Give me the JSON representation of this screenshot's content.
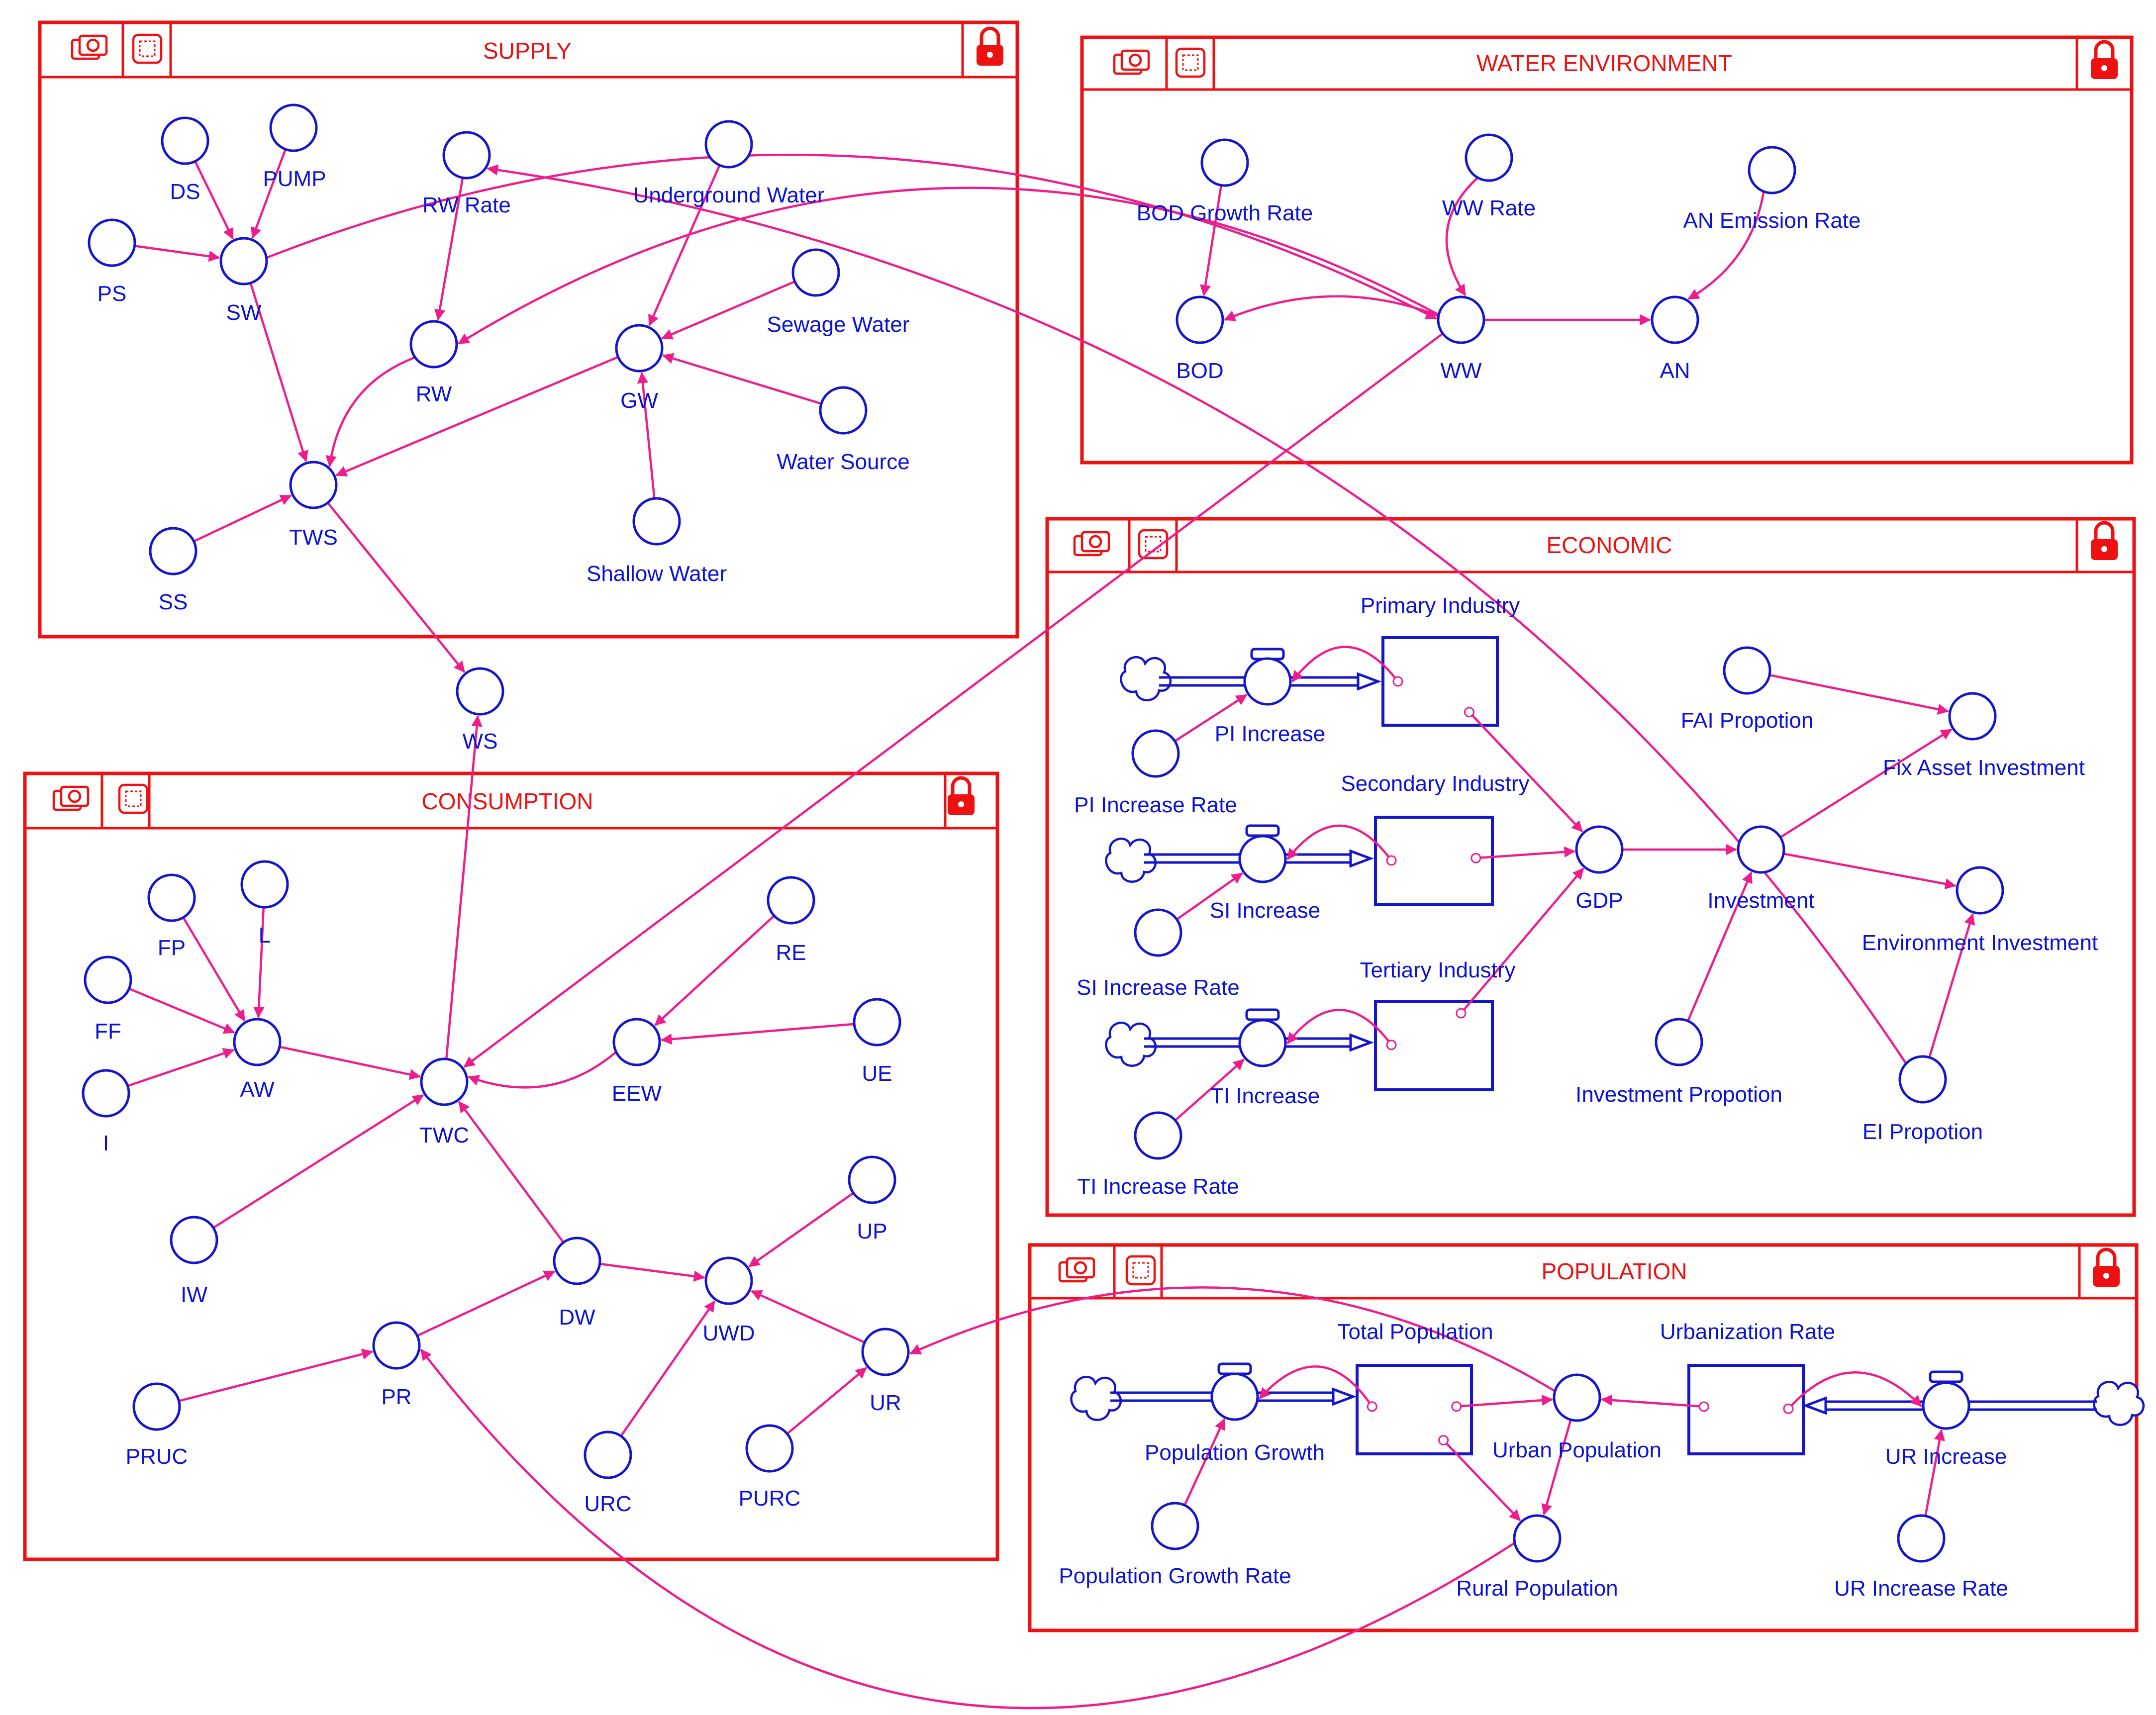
{
  "colors": {
    "sector": "#ee1111",
    "variable": "#0b12d6",
    "link": "#ee1c8c",
    "shape": "#1515cc"
  },
  "icons": {
    "sector_header": [
      "camera-icon",
      "frame-icon",
      "lock-icon"
    ],
    "flow_source": "cloud-icon",
    "flow_control": "valve-icon"
  },
  "sectors": {
    "supply": "SUPPLY",
    "water_environment": "WATER ENVIRONMENT",
    "economic": "ECONOMIC",
    "consumption": "CONSUMPTION",
    "population": "POPULATION"
  },
  "labels": {
    "ds": "DS",
    "pump": "PUMP",
    "ps": "PS",
    "sw": "SW",
    "rw_rate": "RW Rate",
    "rw": "RW",
    "underground_water": "Underground Water",
    "sewage_water": "Sewage Water",
    "gw": "GW",
    "water_source": "Water Source",
    "shallow_water": "Shallow Water",
    "tws": "TWS",
    "ss": "SS",
    "ws": "WS",
    "bod_growth_rate": "BOD Growth Rate",
    "bod": "BOD",
    "ww_rate": "WW Rate",
    "ww": "WW",
    "an_emission_rate": "AN Emission Rate",
    "an": "AN",
    "primary_industry": "Primary Industry",
    "pi_increase": "PI Increase",
    "pi_increase_rate": "PI Increase Rate",
    "secondary_industry": "Secondary Industry",
    "si_increase": "SI Increase",
    "si_increase_rate": "SI Increase Rate",
    "tertiary_industry": "Tertiary Industry",
    "ti_increase": "TI Increase",
    "ti_increase_rate": "TI Increase Rate",
    "gdp": "GDP",
    "investment": "Investment",
    "investment_propotion": "Investment Propotion",
    "fai_propotion": "FAI Propotion",
    "fix_asset_investment": "Fix Asset Investment",
    "environment_investment": "Environment Investment",
    "ei_propotion": "EI Propotion",
    "fp": "FP",
    "l": "L",
    "ff": "FF",
    "i": "I",
    "aw": "AW",
    "twc": "TWC",
    "iw": "IW",
    "re": "RE",
    "ue": "UE",
    "eew": "EEW",
    "up": "UP",
    "dw": "DW",
    "uwd": "UWD",
    "ur": "UR",
    "pr": "PR",
    "pruc": "PRUC",
    "urc": "URC",
    "purc": "PURC",
    "total_population": "Total Population",
    "population_growth": "Population Growth",
    "population_growth_rate": "Population Growth Rate",
    "urban_population": "Urban Population",
    "rural_population": "Rural Population",
    "urbanization_rate": "Urbanization Rate",
    "ur_increase": "UR Increase",
    "ur_increase_rate": "UR Increase Rate"
  }
}
